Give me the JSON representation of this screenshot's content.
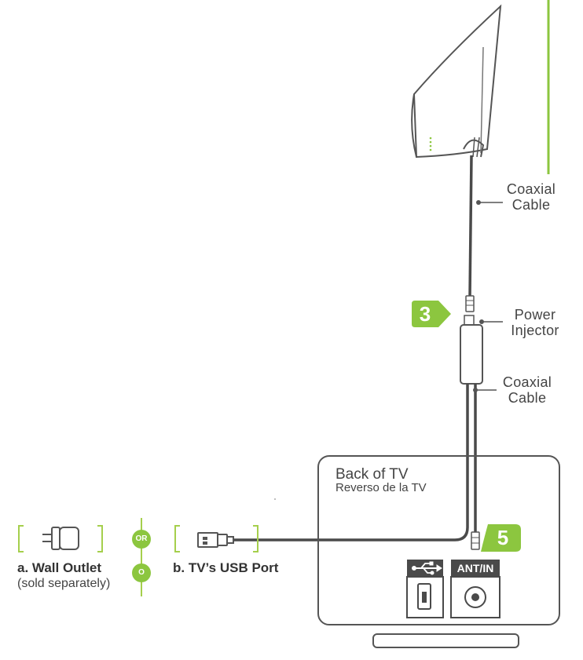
{
  "labels": {
    "coaxial_top": "Coaxial\nCable",
    "power_injector": "Power\nInjector",
    "coaxial_bottom": "Coaxial\nCable",
    "back_of_tv": "Back of TV",
    "back_of_tv_es": "Reverso de la TV",
    "wall_outlet": "a. Wall Outlet",
    "sold_separately": "(sold separately)",
    "usb_port": "b. TV’s USB Port",
    "ant_in": "ANT/IN"
  },
  "steps": {
    "three": "3",
    "five": "5"
  },
  "or_badges": [
    "OR",
    "O"
  ],
  "colors": {
    "accent_green": "#8cc63f",
    "line_dark": "#4a4a4a",
    "bracket_green": "#a5cf4c"
  },
  "icons": [
    "antenna",
    "power-injector",
    "wall-adapter",
    "usb-plug",
    "usb-symbol",
    "coax-port",
    "usb-port"
  ]
}
